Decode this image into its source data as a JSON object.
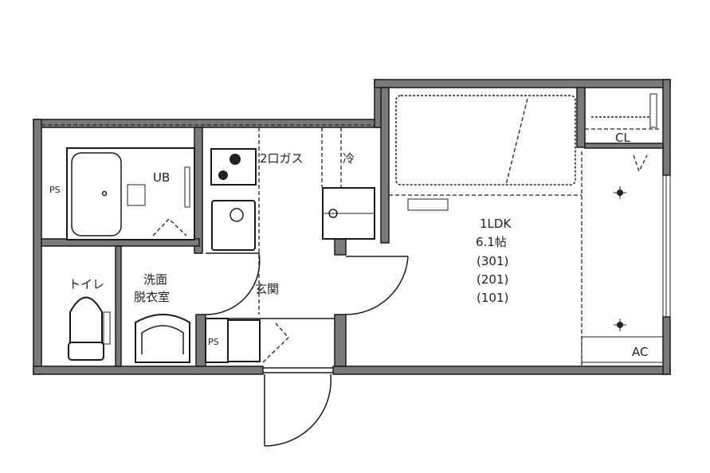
{
  "floor_plan": {
    "rooms": {
      "ldk": {
        "type": "1LDK",
        "size": "6.1帖",
        "units": [
          "(301)",
          "(201)",
          "(101)"
        ]
      },
      "bath": "UB",
      "washroom_line1": "洗面",
      "washroom_line2": "脱衣室",
      "toilet": "トイレ",
      "entrance": "玄関",
      "closet": "CL",
      "stove": "2口ガス",
      "fridge": "冷",
      "ps_left": "PS",
      "ps_entrance": "PS",
      "air_conditioner": "AC"
    },
    "colors": {
      "wall": "#7a7a7a",
      "line": "#1a1a1a",
      "background": "#ffffff"
    }
  }
}
